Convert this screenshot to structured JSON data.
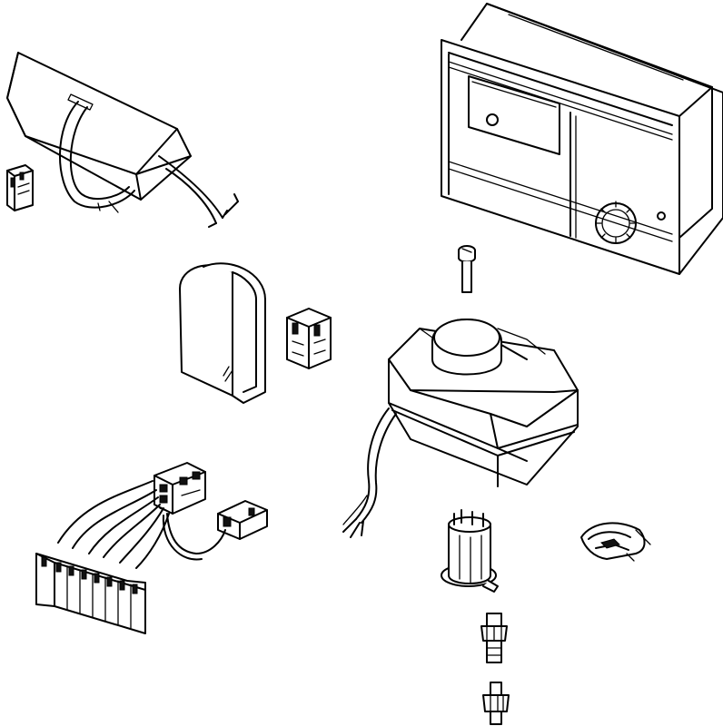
{
  "diagram": {
    "colors": {
      "line": "#000000",
      "background": "#ffffff"
    },
    "components": [
      {
        "id": "wall-cable-enclosure"
      },
      {
        "id": "small-plug-connector-left"
      },
      {
        "id": "controller-unit-display"
      },
      {
        "id": "mounting-screw"
      },
      {
        "id": "room-sensor-housing"
      },
      {
        "id": "plug-connector-middle"
      },
      {
        "id": "actuator-motor"
      },
      {
        "id": "actuator-cable"
      },
      {
        "id": "wiring-harness-terminal-strip"
      },
      {
        "id": "valve-adapter"
      },
      {
        "id": "clip-bracket"
      },
      {
        "id": "threaded-nipple-large"
      },
      {
        "id": "threaded-nipple-small"
      }
    ]
  }
}
